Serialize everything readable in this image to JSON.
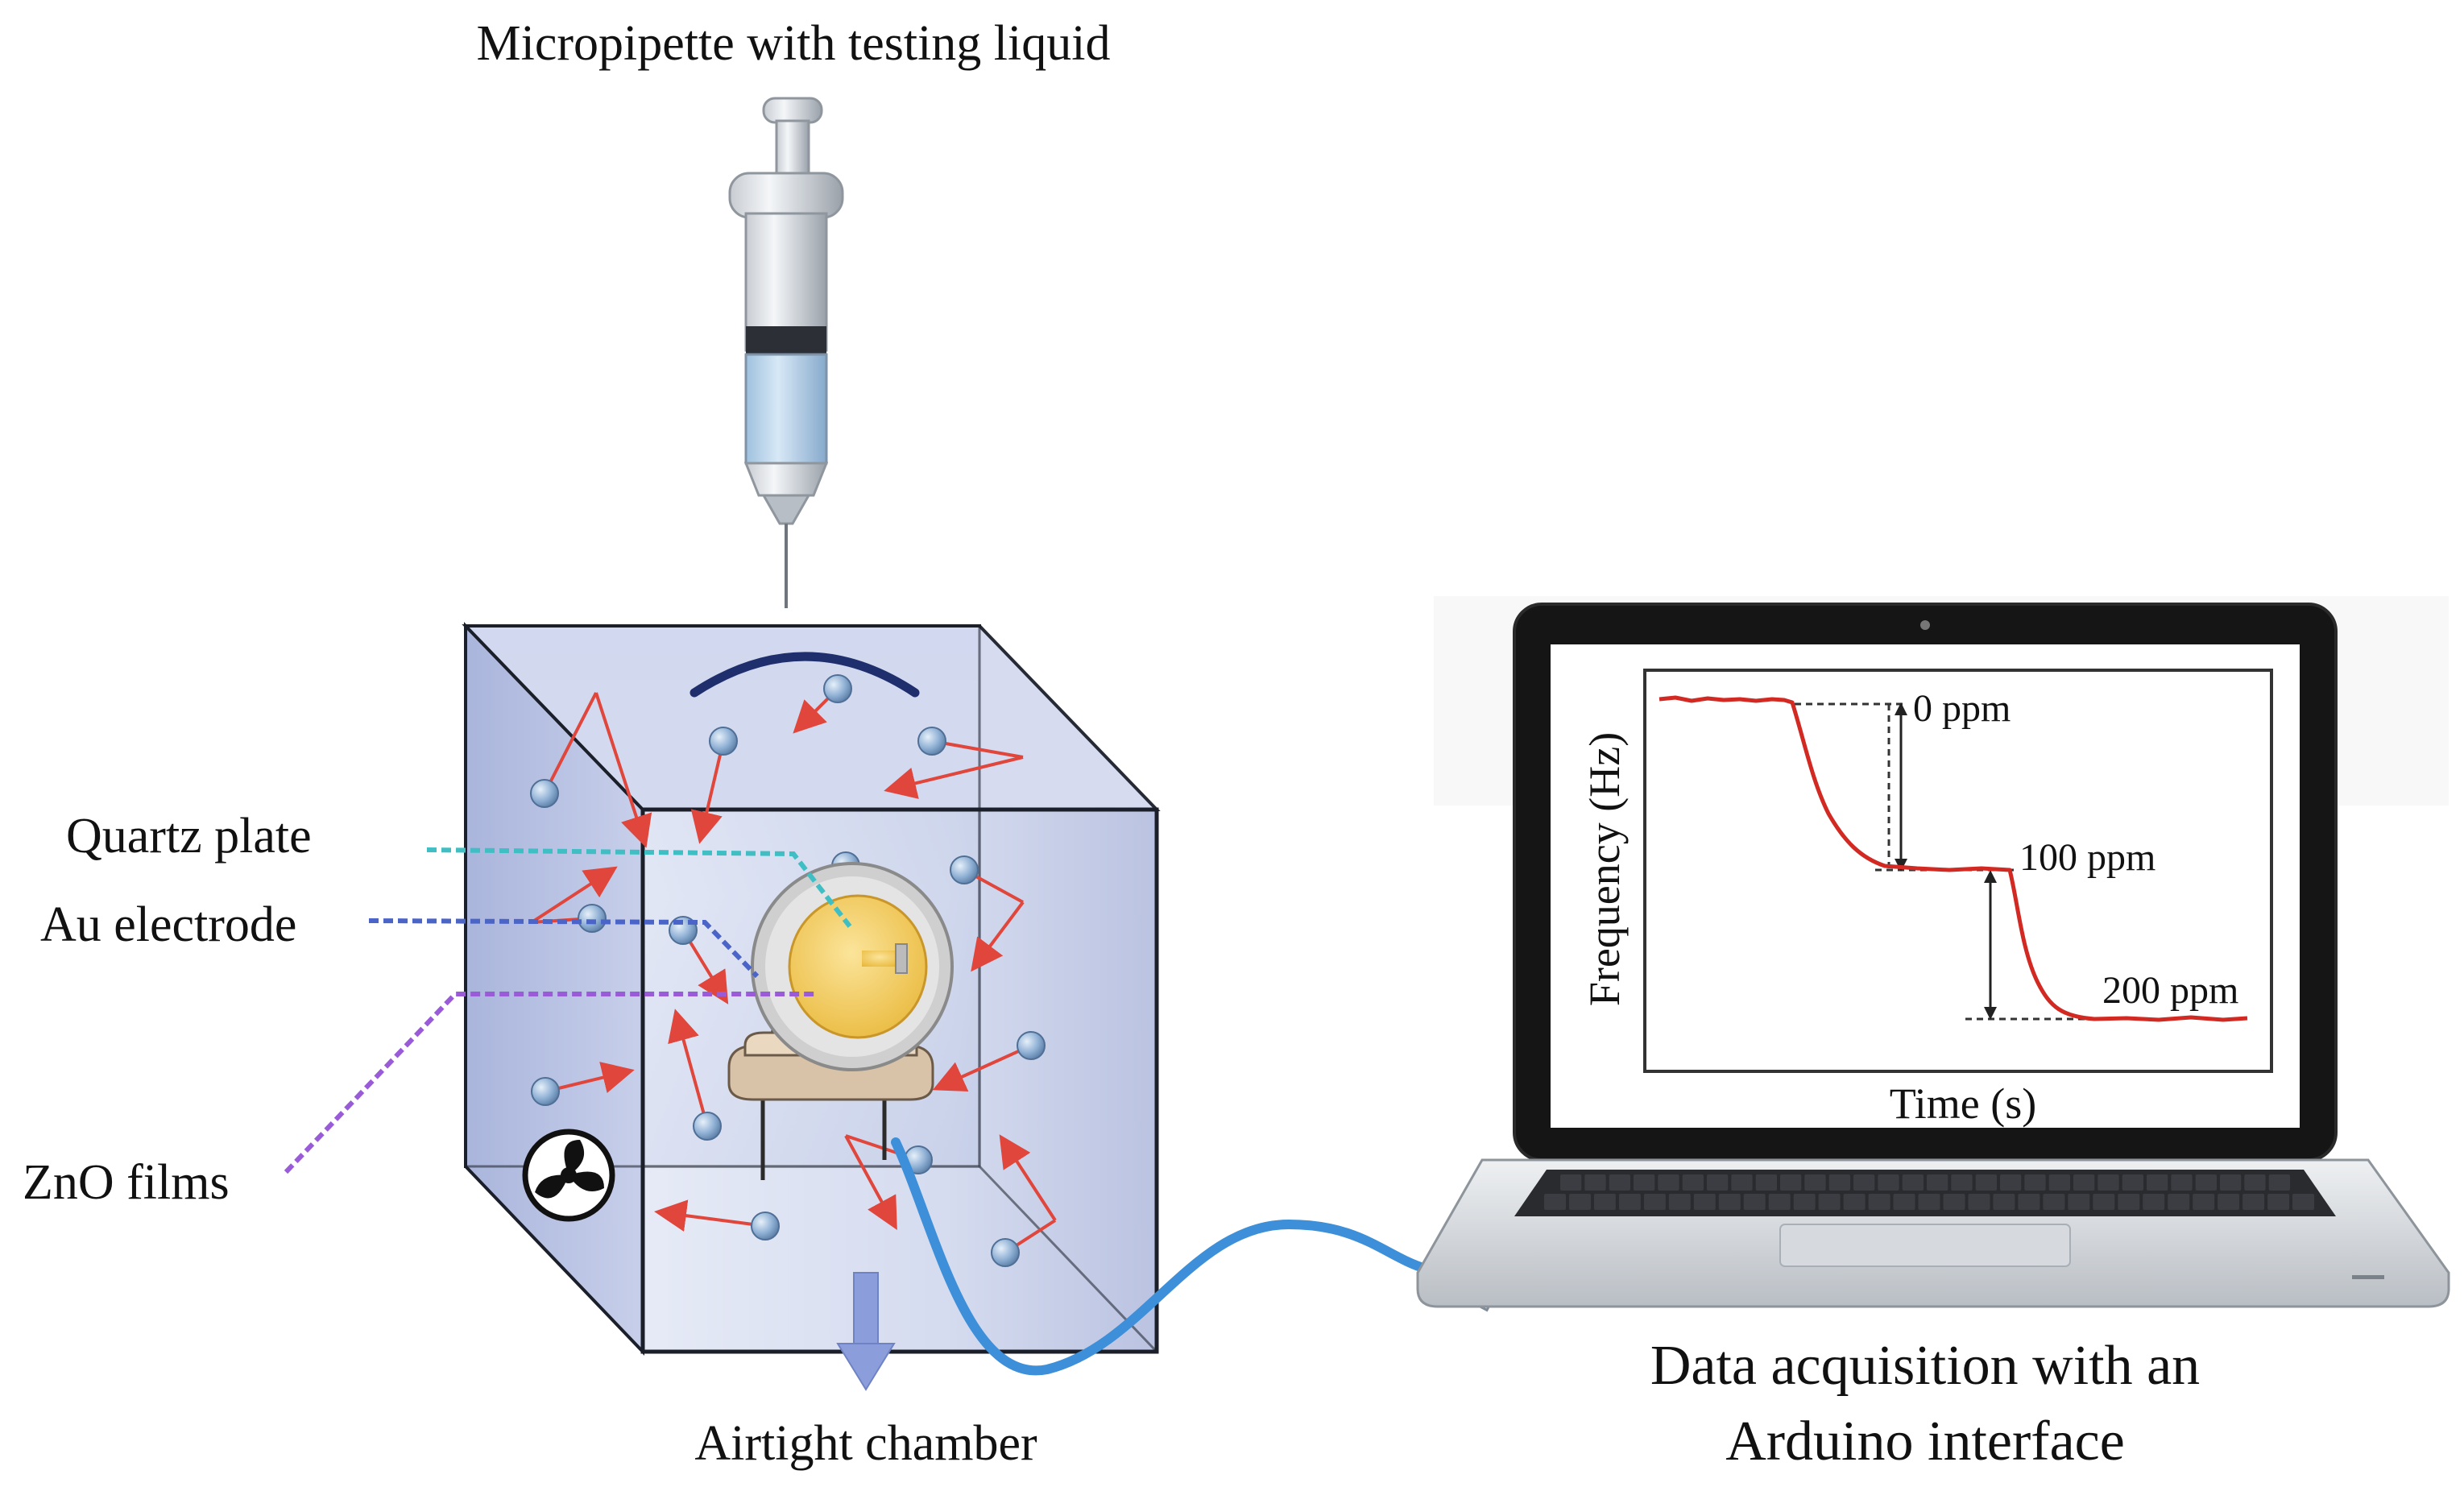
{
  "labels": {
    "syringe": "Micropipette with testing liquid",
    "quartz": "Quartz plate",
    "electrode": "Au electrode",
    "zno": "ZnO films",
    "chamber": "Airtight chamber",
    "daq_line1": "Data acquisition with an",
    "daq_line2": "Arduino interface"
  },
  "screen_chart": {
    "ylabel": "Frequency (Hz)",
    "xlabel": "Time (s)",
    "annotations": [
      "0 ppm",
      "100 ppm",
      "200 ppm"
    ]
  },
  "colors": {
    "chamber_fill": "#c5cde6",
    "arrow": "#e0463b",
    "molecule": "#8fb0d4",
    "electrode": "#f0c64a",
    "quartz_ring": "#c9c9c9",
    "cable": "#3c8fd8",
    "leader_quartz": "#3fbfc4",
    "leader_electrode": "#4a64c8",
    "leader_zno": "#9a5bd8",
    "curve": "#d22a22"
  }
}
